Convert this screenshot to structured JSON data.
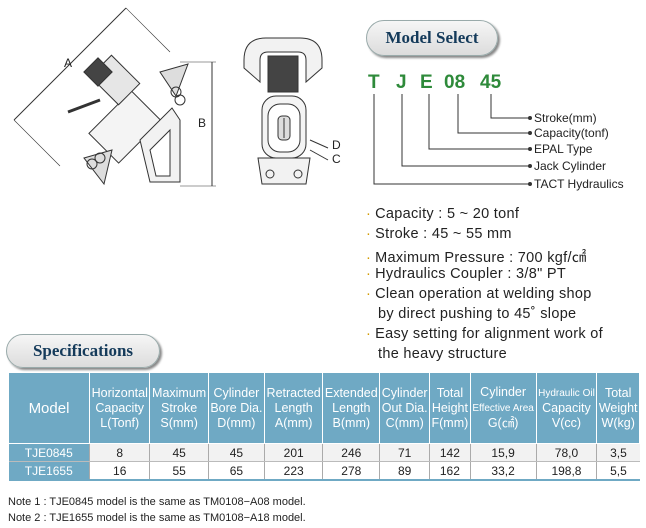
{
  "model_select": {
    "title": "Model Select",
    "codes": [
      "T",
      "J",
      "E",
      "08",
      "45"
    ],
    "legend": [
      "Stroke(mm)",
      "Capacity(tonf)",
      "EPAL Type",
      "Jack Cylinder",
      "TACT Hydraulics"
    ]
  },
  "drawing": {
    "dim_a": "A",
    "dim_b": "B",
    "dim_c": "C",
    "dim_d": "D"
  },
  "specs_list": [
    "Capacity : 5 ~ 20 tonf",
    "Stroke : 45 ~ 55 mm",
    "Maximum Pressure : 700 kgf/㎠",
    "Hydraulics Coupler : 3/8\" PT",
    "Clean operation at welding shop",
    "by direct pushing to 45˚ slope",
    "Easy setting for alignment work of",
    "the heavy structure"
  ],
  "specifications": {
    "title": "Specifications",
    "headers": [
      [
        "Model"
      ],
      [
        "Horizontal",
        "Capacity",
        "L(Tonf)"
      ],
      [
        "Maximum",
        "Stroke",
        "S(mm)"
      ],
      [
        "Cylinder",
        "Bore Dia.",
        "D(mm)"
      ],
      [
        "Retracted",
        "Length",
        "A(mm)"
      ],
      [
        "Extended",
        "Length",
        "B(mm)"
      ],
      [
        "Cylinder",
        "Out Dia.",
        "C(mm)"
      ],
      [
        "Total",
        "Height",
        "F(mm)"
      ],
      [
        "Cylinder",
        "Effective Area",
        "G(㎠)"
      ],
      [
        "Hydraulic Oil",
        "Capacity",
        "V(cc)"
      ],
      [
        "Total",
        "Weight",
        "W(kg)"
      ]
    ],
    "rows": [
      [
        "TJE0845",
        "8",
        "45",
        "45",
        "201",
        "246",
        "71",
        "142",
        "15,9",
        "78,0",
        "3,5"
      ],
      [
        "TJE1655",
        "16",
        "55",
        "65",
        "223",
        "278",
        "89",
        "162",
        "33,2",
        "198,8",
        "5,5"
      ]
    ]
  },
  "notes": [
    "Note 1 : TJE0845 model is the same as TM0108−A08 model.",
    "Note 2 : TJE1655 model is the same as TM0108−A18 model."
  ]
}
